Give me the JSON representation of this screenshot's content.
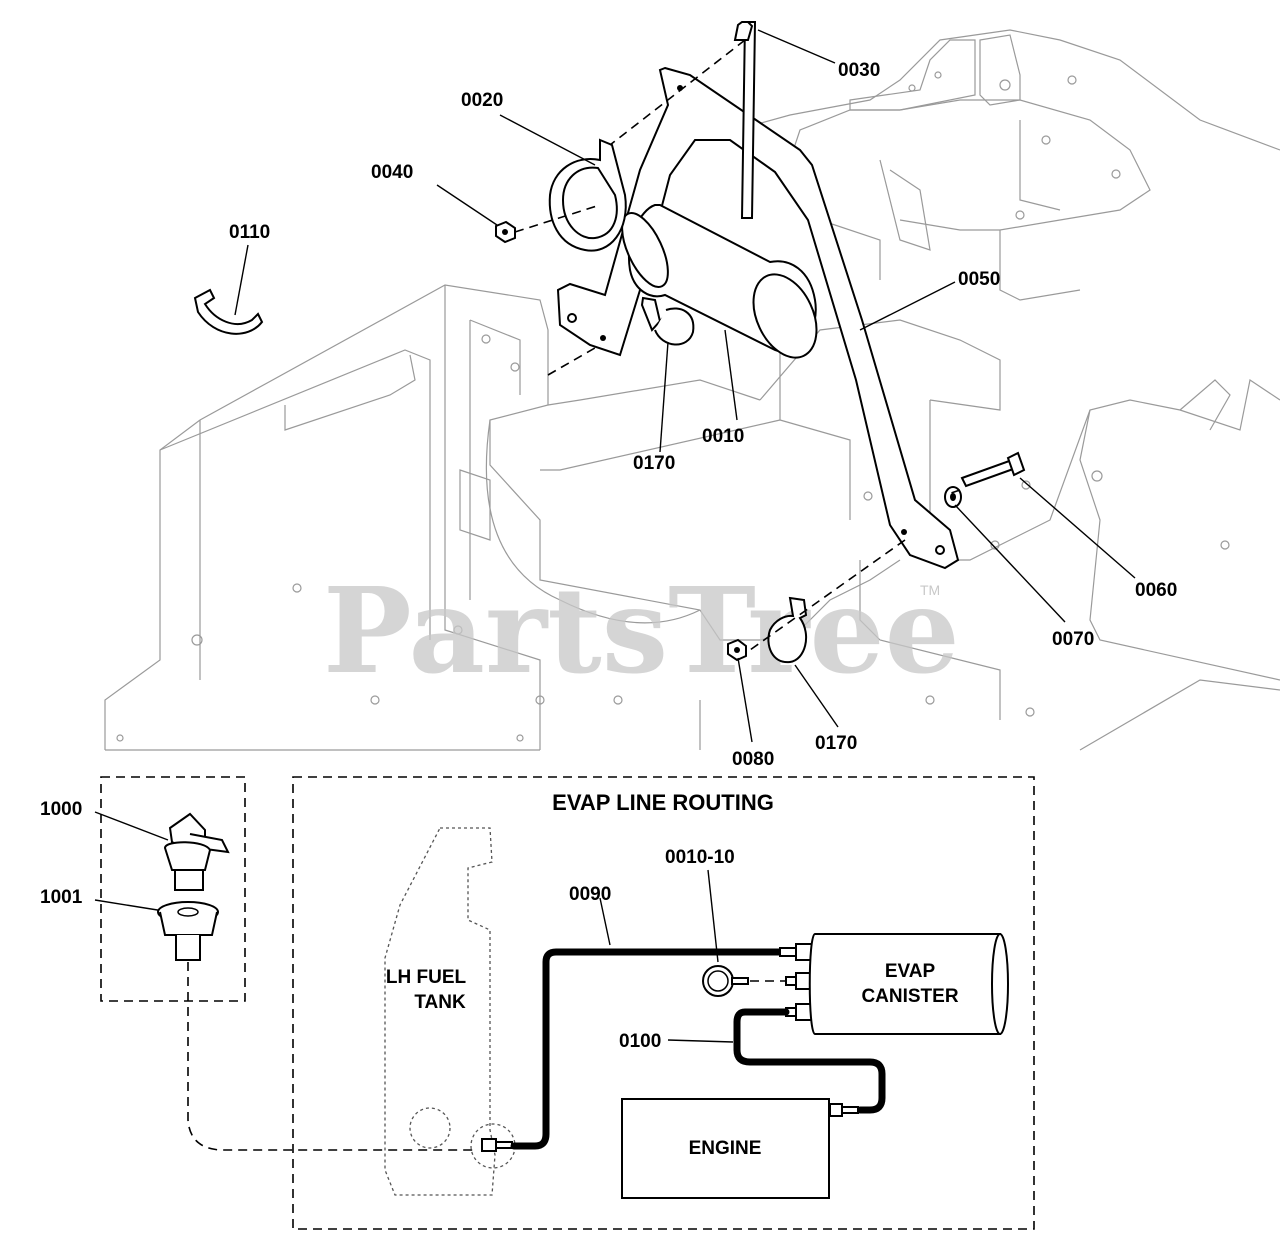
{
  "watermark": {
    "brand": "PartsTree",
    "mark": "TM"
  },
  "callouts": {
    "p0030": "0030",
    "p0020": "0020",
    "p0040": "0040",
    "p0110": "0110",
    "p0050": "0050",
    "p0010": "0010",
    "p0170a": "0170",
    "p0060": "0060",
    "p0070": "0070",
    "p0170b": "0170",
    "p0080": "0080",
    "p1000": "1000",
    "p1001": "1001",
    "p0090": "0090",
    "p0010_10": "0010-10",
    "p0100": "0100"
  },
  "routing": {
    "title": "EVAP LINE ROUTING",
    "tank_line1": "LH FUEL",
    "tank_line2": "TANK",
    "canister_line1": "EVAP",
    "canister_line2": "CANISTER",
    "engine": "ENGINE"
  }
}
